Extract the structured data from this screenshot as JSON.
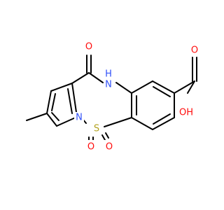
{
  "structure": {
    "colors": {
      "bond": "#000000",
      "O": "#ff0d0d",
      "N": "#3050f8",
      "S": "#b2a21e",
      "background": "#ffffff"
    },
    "atoms": [
      {
        "id": "o_carbonyl",
        "label": "O",
        "element": "O"
      },
      {
        "id": "n_amide",
        "label": "N",
        "element": "N"
      },
      {
        "id": "h_amide",
        "label": "H",
        "element": "N"
      },
      {
        "id": "n_pyrrole",
        "label": "N",
        "element": "N"
      },
      {
        "id": "s_sulfonyl",
        "label": "S",
        "element": "S"
      },
      {
        "id": "o_sulfonyl_left",
        "label": "O",
        "element": "O"
      },
      {
        "id": "o_sulfonyl_right",
        "label": "O",
        "element": "O"
      },
      {
        "id": "o_acid_carbonyl",
        "label": "O",
        "element": "O"
      },
      {
        "id": "oh_acid",
        "label": "OH",
        "element": "O"
      }
    ]
  }
}
